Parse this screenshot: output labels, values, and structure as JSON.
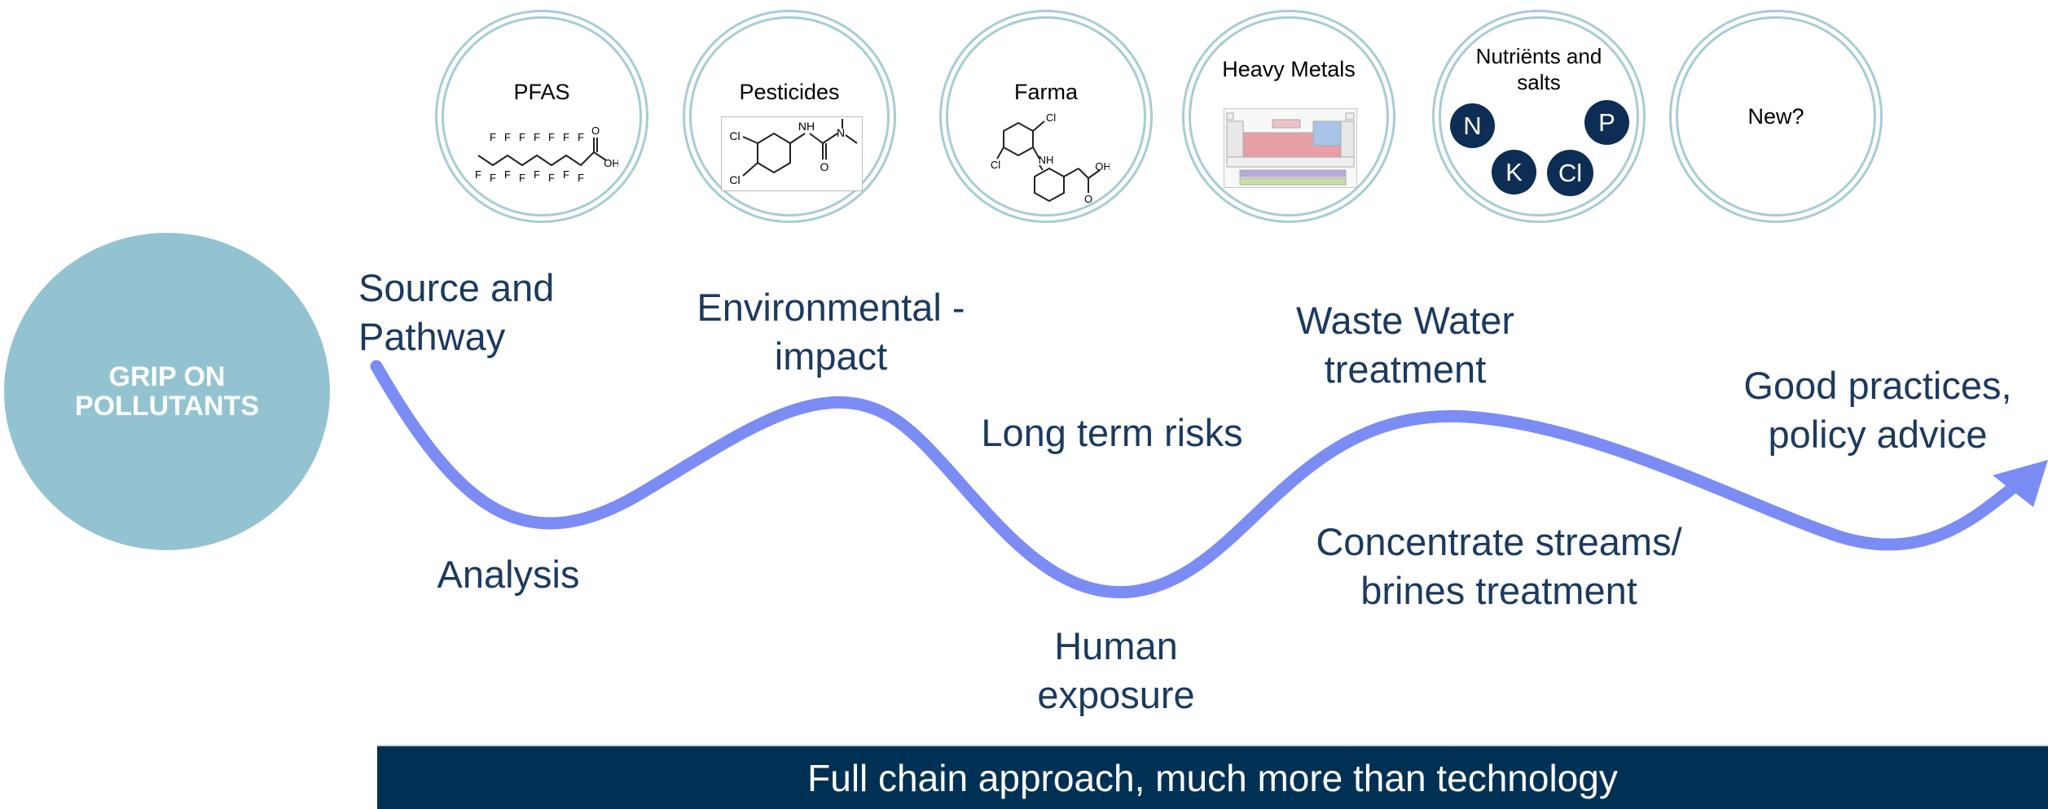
{
  "hub": {
    "label": "GRIP ON\nPOLLUTANTS"
  },
  "categories": [
    {
      "label": "PFAS"
    },
    {
      "label": "Pesticides"
    },
    {
      "label": "Farma"
    },
    {
      "label": "Heavy Metals"
    },
    {
      "label": "Nutriënts  and\nsalts",
      "elements": [
        "N",
        "P",
        "K",
        "Cl"
      ]
    },
    {
      "label": "New?"
    }
  ],
  "chem": {
    "fluorine": "F",
    "oh": "OH",
    "o": "O",
    "cl": "Cl",
    "n": "N",
    "nh": "NH"
  },
  "steps": {
    "source": "Source and\nPathway",
    "analysis": "Analysis",
    "environmental": "Environmental -\nimpact",
    "longterm": "Long term risks",
    "human": "Human\nexposure",
    "wastewater": "Waste Water\ntreatment",
    "concentrate": "Concentrate streams/\nbrines treatment",
    "goodpractice": "Good practices,\npolicy advice"
  },
  "banner": {
    "text": "Full chain approach, much more than technology"
  },
  "colors": {
    "wave": "#7b8cf4",
    "hub": "#93c3d0",
    "banner": "#003154",
    "step_text": "#1c3a5e",
    "element_badge": "#0d2d54"
  }
}
